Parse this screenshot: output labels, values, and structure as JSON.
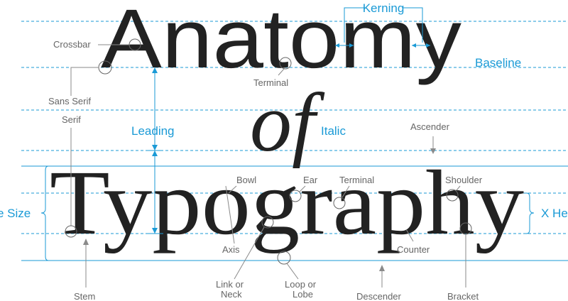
{
  "words": {
    "line1": "Anatomy",
    "line2": "of",
    "line3": "Typography"
  },
  "labels": {
    "kerning": "Kerning",
    "baseline": "Baseline",
    "crossbar": "Crossbar",
    "terminal_top": "Terminal",
    "sans_serif": "Sans Serif",
    "serif": "Serif",
    "leading": "Leading",
    "italic": "Italic",
    "ascender": "Ascender",
    "type_size": "e Size",
    "x_height": "X He",
    "bowl": "Bowl",
    "ear": "Ear",
    "terminal_bottom": "Terminal",
    "shoulder": "Shoulder",
    "axis": "Axis",
    "counter": "Counter",
    "link_neck_1": "Link or",
    "link_neck_2": "Neck",
    "loop_lobe_1": "Loop or",
    "loop_lobe_2": "Lobe",
    "stem": "Stem",
    "descender": "Descender",
    "bracket": "Bracket"
  },
  "colors": {
    "accent": "#1a9ad6",
    "text": "#222222",
    "annotation": "#666666",
    "guide": "#8a8a8a"
  }
}
